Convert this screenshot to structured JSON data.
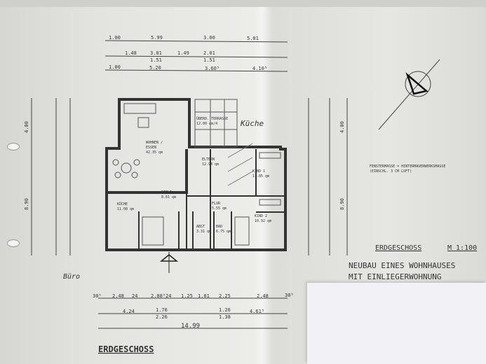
{
  "plan": {
    "title": "ERDGESCHOSS",
    "subtitle": "ERDGESCHOSS",
    "scale": "M 1:100",
    "project_line1": "NEUBAU EINES WOHNHAUSES",
    "project_line2": "MIT EINLIEGERWOHNUNG",
    "note_line1": "FENSTERMASSE = HINTERMAUERWERKSMASSE",
    "note_line2": "(EINSCHL. 3 CM LUFT)",
    "handwritten_kitchen": "Küche",
    "handwritten_office": "Büro"
  },
  "rooms": [
    {
      "name": "WOHNEN /",
      "name2": "ESSEN",
      "area": "42.35 qm"
    },
    {
      "name": "ÜBERD. TERRASSE",
      "area": "12.00 qm/4"
    },
    {
      "name": "ELTERN",
      "area": "12.94 qm"
    },
    {
      "name": "KIND 1",
      "area": "11.85 qm"
    },
    {
      "name": "DIELE",
      "area": "8.61 qm"
    },
    {
      "name": "KÜCHE",
      "area": "11.08 qm"
    },
    {
      "name": "FLUR",
      "area": "5.55 qm"
    },
    {
      "name": "ABST",
      "area": "3.31 qm"
    },
    {
      "name": "BAD",
      "area": "6.75 qm"
    },
    {
      "name": "KIND 2",
      "area": "10.92 qm"
    }
  ],
  "dimensions": {
    "top_row1": [
      "1.00",
      "5.99",
      "3.00",
      "5.01"
    ],
    "top_row2": [
      "1.48",
      "3.01",
      "1.49",
      "2.01",
      "1.51",
      "1.51"
    ],
    "top_row3": [
      "1.00",
      "5.20",
      "3.60⁵",
      "4.10⁵"
    ],
    "bottom_row1": [
      "30⁵",
      "2.48",
      "24",
      "2.88⁵",
      "24",
      "1.25",
      "1.01",
      "2.25",
      "2.48",
      "30⁵"
    ],
    "bottom_row2": [
      "4.24",
      "1.76",
      "2.26",
      "1.26",
      "1.38",
      "4.61⁵"
    ],
    "bottom_total": "14.99",
    "left": [
      "4.00",
      "8.90"
    ],
    "right": [
      "4.00",
      "8.90"
    ]
  }
}
